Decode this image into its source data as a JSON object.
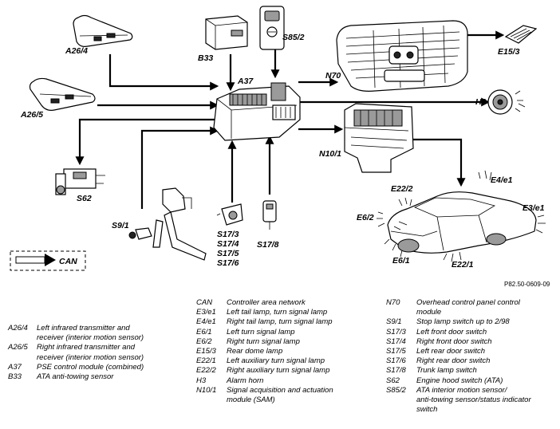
{
  "labels": {
    "a26_4": "A26/4",
    "a26_5": "A26/5",
    "b33": "B33",
    "s85_2": "S85/2",
    "a37": "A37",
    "n70": "N70",
    "e15_3": "E15/3",
    "h3": "H3",
    "n10_1": "N10/1",
    "e4_e1": "E4/e1",
    "e3_e1": "E3/e1",
    "e22_2": "E22/2",
    "e6_2": "E6/2",
    "e6_1": "E6/1",
    "e22_1": "E22/1",
    "s62": "S62",
    "s9_1": "S9/1",
    "s17_3": "S17/3",
    "s17_4": "S17/4",
    "s17_5": "S17/5",
    "s17_6": "S17/6",
    "s17_8": "S17/8",
    "can": "CAN",
    "figure_id": "P82.50-0609-09"
  },
  "legend_left": [
    {
      "code": "A26/4",
      "desc": "Left infrared transmitter and"
    },
    {
      "code": "",
      "desc": "receiver (interior motion sensor)"
    },
    {
      "code": "A26/5",
      "desc": "Right infrared transmitter and"
    },
    {
      "code": "",
      "desc": "receiver (interior motion sensor)"
    },
    {
      "code": "A37",
      "desc": "PSE control module (combined)"
    },
    {
      "code": "B33",
      "desc": "ATA anti-towing sensor"
    }
  ],
  "legend_middle": [
    {
      "code": "CAN",
      "desc": "Controller area network"
    },
    {
      "code": "E3/e1",
      "desc": "Left tail lamp, turn signal lamp"
    },
    {
      "code": "E4/e1",
      "desc": "Right tail lamp, turn signal lamp"
    },
    {
      "code": "E6/1",
      "desc": "Left turn signal lamp"
    },
    {
      "code": "E6/2",
      "desc": "Right turn signal lamp"
    },
    {
      "code": "E15/3",
      "desc": "Rear dome lamp"
    },
    {
      "code": "E22/1",
      "desc": "Left auxiliary turn signal lamp"
    },
    {
      "code": "E22/2",
      "desc": "Right auxiliary turn signal lamp"
    },
    {
      "code": "H3",
      "desc": "Alarm horn"
    },
    {
      "code": "N10/1",
      "desc": "Signal acquisition and actuation"
    },
    {
      "code": "",
      "desc": "module (SAM)"
    }
  ],
  "legend_right": [
    {
      "code": "N70",
      "desc": "Overhead control panel control"
    },
    {
      "code": "",
      "desc": "module"
    },
    {
      "code": "S9/1",
      "desc": "Stop lamp switch up to 2/98"
    },
    {
      "code": "S17/3",
      "desc": "Left front door switch"
    },
    {
      "code": "S17/4",
      "desc": "Right front door switch"
    },
    {
      "code": "S17/5",
      "desc": "Left rear door switch"
    },
    {
      "code": "S17/6",
      "desc": "Right rear door switch"
    },
    {
      "code": "S17/8",
      "desc": "Trunk lamp switch"
    },
    {
      "code": "S62",
      "desc": "Engine hood switch (ATA)"
    },
    {
      "code": "S85/2",
      "desc": "ATA interior motion sensor/"
    },
    {
      "code": "",
      "desc": "anti-towing sensor/status indicator"
    },
    {
      "code": "",
      "desc": "switch"
    }
  ]
}
